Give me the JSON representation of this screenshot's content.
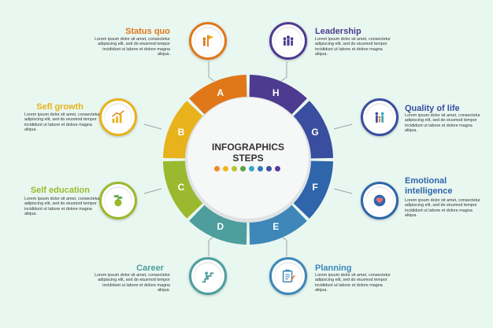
{
  "center": {
    "line1": "INFOGRAPHICS",
    "line2": "STEPS"
  },
  "dot_colors": [
    "#f08a24",
    "#f2b41c",
    "#b9c531",
    "#58a444",
    "#3aa6c0",
    "#2f7ab8",
    "#3554a5",
    "#5c3a95"
  ],
  "body_text": {
    "line1": "Lorem ipsum dolor sit amet, consectetur",
    "line2": "adipiscing elit, sed do eiusmod tempor",
    "line3": "incididunt ut labore et dolore magna",
    "line4": "aliqua."
  },
  "steps": [
    {
      "letter": "A",
      "title": "Status quo",
      "color": "#e0781a",
      "icon": "flag-person-icon"
    },
    {
      "letter": "B",
      "title": "Sefl growth",
      "color": "#e8b21c",
      "icon": "growth-chart-icon"
    },
    {
      "letter": "C",
      "title": "Self education",
      "color": "#9bb92e",
      "icon": "brain-plant-icon"
    },
    {
      "letter": "D",
      "title": "Career",
      "color": "#4d9e9c",
      "icon": "career-ladder-icon"
    },
    {
      "letter": "E",
      "title": "Planning",
      "color": "#3e87b8",
      "icon": "planning-clipboard-icon"
    },
    {
      "letter": "F",
      "title": "Emotional intelligence",
      "color": "#2f66ab",
      "icon": "heart-head-icon"
    },
    {
      "letter": "G",
      "title": "Quality of life",
      "color": "#394e9e",
      "icon": "family-icon"
    },
    {
      "letter": "H",
      "title": "Leadership",
      "color": "#4d3b8f",
      "icon": "team-icon"
    }
  ]
}
